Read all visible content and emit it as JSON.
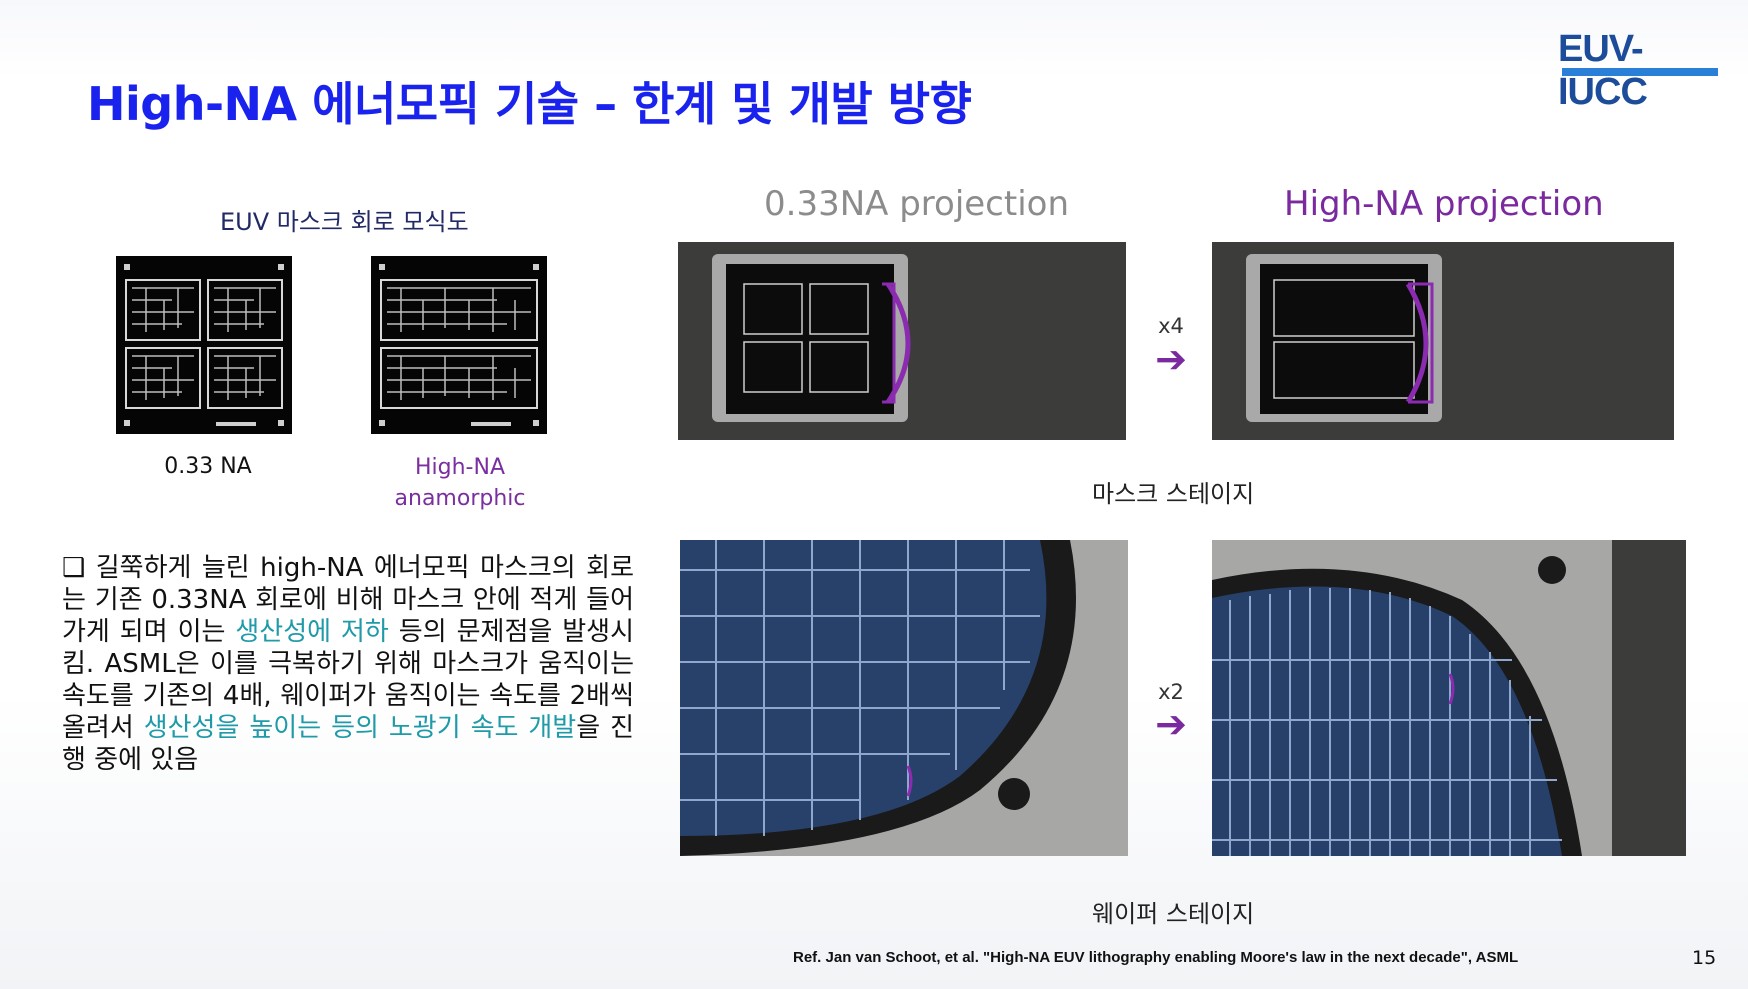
{
  "slide": {
    "title": "High-NA 에너모픽 기술 – 한계 및 개발 방향",
    "logo": "EUV-IUCC",
    "mask_section": {
      "caption": "EUV 마스크 회로 모식도",
      "label_033": "0.33 NA",
      "label_highna_1": "High-NA",
      "label_highna_2": "anamorphic"
    },
    "projection": {
      "head_033": "0.33NA projection",
      "head_highna": "High-NA projection",
      "mask_multiplier": "x4",
      "wafer_multiplier": "x2",
      "mask_stage_label": "마스크 스테이지",
      "wafer_stage_label": "웨이퍼 스테이지"
    },
    "body": {
      "bullet": "❑",
      "part1": "길쭉하게 늘린 high-NA 에너모픽 마스크의 회로는 기존 0.33NA 회로에 비해 마스크 안에 적게 들어가게 되며 이는 ",
      "highlight1": "생산성에 저하",
      "part2": " 등의 문제점을 발생시킴. ASML은 이를 극복하기 위해 마스크가 움직이는 속도를 기존의 4배, 웨이퍼가 움직이는 속도를 2배씩 올려서 ",
      "highlight2": "생산성을 높이는 등의 노광기 속도 개발",
      "part3": "을 진행 중에 있음"
    },
    "reference": "Ref. Jan van Schoot, et al. \"High-NA EUV lithography enabling Moore's law in the next decade\", ASML",
    "page_number": "15",
    "colors": {
      "title": "#1a22ee",
      "accent_purple": "#7a2a9e",
      "highlight_teal": "#1e9aa8"
    }
  }
}
